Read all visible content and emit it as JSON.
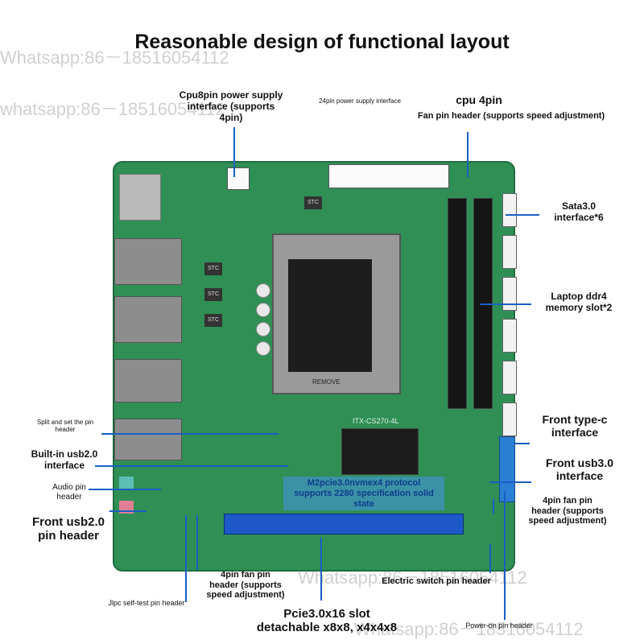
{
  "title": "Reasonable design of functional layout",
  "watermarks": [
    "Whatsapp:86－18516054112",
    "whatsapp:86－18516054112",
    "Whatsapp:86－18516054112",
    "Whatsapp:86－18516054112"
  ],
  "board": {
    "silkscreen_model": "ITX-CS270-4L",
    "vrm_chip_text": "STC",
    "cpu_cover_text": "REMOVE"
  },
  "labels": {
    "cpu8pin": "Cpu8pin power supply\ninterface (supports\n4pin)",
    "pin24": "24pin power supply interface",
    "cpu4pin_title": "cpu 4pin",
    "cpu4pin_sub": "Fan pin header (supports speed adjustment)",
    "sata": "Sata3.0\ninterface*6",
    "ddr4": "Laptop ddr4\nmemory slot*2",
    "split": "Split and set the pin\nheader",
    "typec": "Front type-c\ninterface",
    "usb20_builtin": "Built-in usb2.0\ninterface",
    "usb30_front": "Front usb3.0\ninterface",
    "audio": "Audio pin\nheader",
    "fan4pin_right": "4pin fan pin\nheader (supports\nspeed adjustment)",
    "usb20_front": "Front usb2.0\npin header",
    "m2": "M2pcie3.0nvmex4 protocol\nsupports 2280 specification solid\nstate",
    "fan4pin_bottom": "4pin fan pin\nheader (supports\nspeed adjustment)",
    "electric_switch": "Electric switch pin header",
    "jlpc": "Jlpc self-test pin header",
    "pcie": "Pcie3.0x16 slot\ndetachable x8x8, x4x4x8",
    "power_on": "Power-on pin header"
  }
}
